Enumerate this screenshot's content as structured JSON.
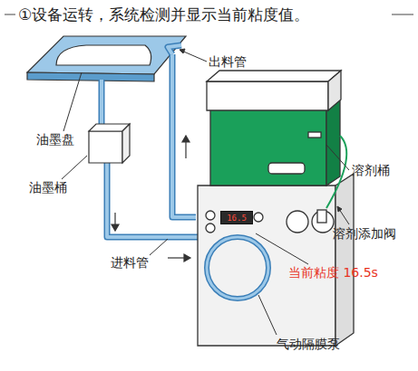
{
  "diagram": {
    "title": "①设备运转，系统检测并显示当前粘度值。",
    "nodes": [
      {
        "text": [
          "16.5"
        ]
      }
    ],
    "labels": [
      "出料管",
      "油墨盘",
      "溶剂桶",
      "油墨桶",
      "溶剂添加阀",
      "进料管",
      "当前粘度 16.5s",
      "气动隔膜泵"
    ]
  }
}
